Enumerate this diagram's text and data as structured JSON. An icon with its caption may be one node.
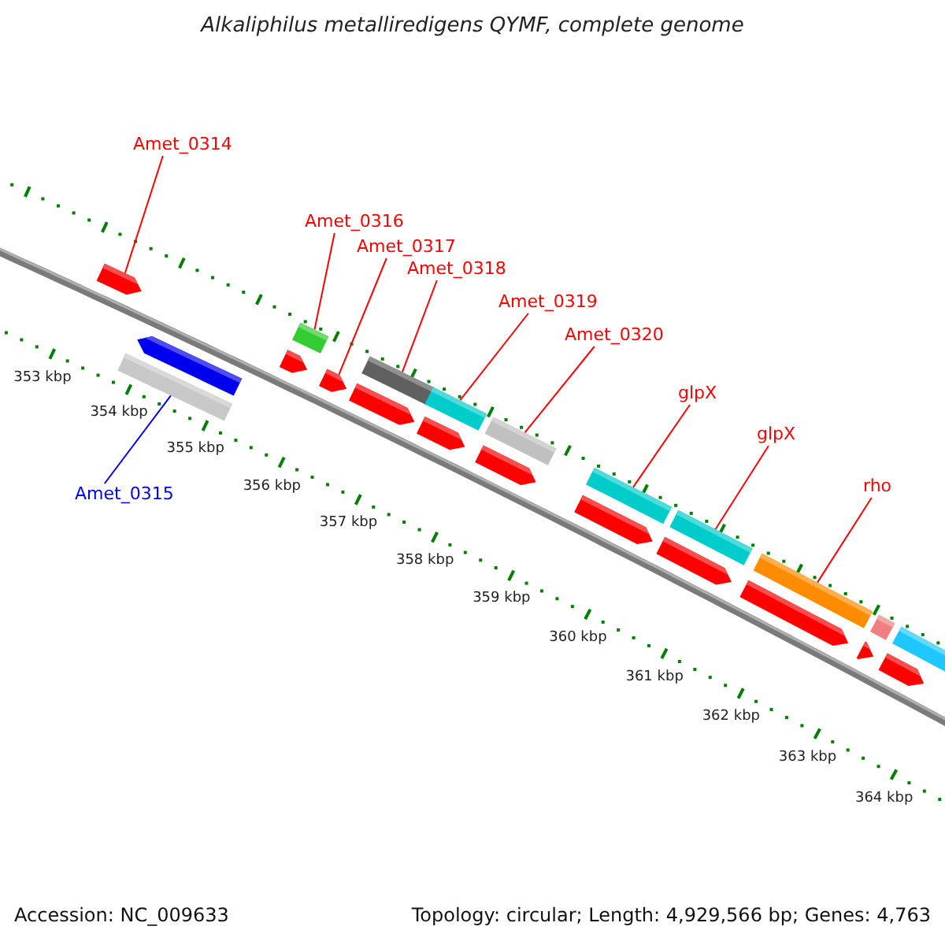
{
  "diagram": {
    "title": "Alkaliphilus metalliredigens QYMF, complete genome",
    "nodes": [
      {
        "text": [
          "Amet_0314"
        ]
      },
      {
        "text": [
          "Amet_0316"
        ]
      },
      {
        "text": [
          "Amet_0317"
        ]
      },
      {
        "text": [
          "Amet_0318"
        ]
      },
      {
        "text": [
          "Amet_0319"
        ]
      },
      {
        "text": [
          "Amet_0320"
        ]
      },
      {
        "text": [
          "glpX"
        ]
      },
      {
        "text": [
          "glpX"
        ]
      },
      {
        "text": [
          "rho"
        ]
      },
      {
        "text": [
          "Amet_0315"
        ]
      },
      {
        "text": [],
        "shape": "arrow"
      },
      {
        "text": [],
        "shape": "bar"
      },
      {
        "text": [],
        "shape": "arrow"
      },
      {
        "text": [],
        "shape": "arrow"
      },
      {
        "text": [],
        "shape": "bar"
      },
      {
        "text": [],
        "shape": "arrow"
      },
      {
        "text": [],
        "shape": "arrow"
      },
      {
        "text": [],
        "shape": "bar"
      },
      {
        "text": [],
        "shape": "arrow"
      },
      {
        "text": [],
        "shape": "bar"
      },
      {
        "text": [],
        "shape": "arrow"
      },
      {
        "text": [],
        "shape": "bar"
      },
      {
        "text": [],
        "shape": "arrow"
      },
      {
        "text": [],
        "shape": "bar"
      },
      {
        "text": [],
        "shape": "arrow"
      },
      {
        "text": [],
        "shape": "bar"
      },
      {
        "text": [],
        "shape": "arrow"
      },
      {
        "text": [],
        "shape": "bar"
      },
      {
        "text": [],
        "shape": "arrow"
      },
      {
        "text": [],
        "shape": "bar"
      },
      {
        "text": [],
        "shape": "arrow"
      },
      {
        "text": [],
        "shape": "bar"
      }
    ],
    "edges": [
      {
        "from": 0,
        "to": 10,
        "arrow": "none"
      },
      {
        "from": 1,
        "to": 14,
        "arrow": "none"
      },
      {
        "from": 2,
        "to": 15,
        "arrow": "none"
      },
      {
        "from": 3,
        "to": 17,
        "arrow": "none"
      },
      {
        "from": 4,
        "to": 19,
        "arrow": "none"
      },
      {
        "from": 5,
        "to": 21,
        "arrow": "none"
      },
      {
        "from": 6,
        "to": 23,
        "arrow": "none"
      },
      {
        "from": 7,
        "to": 25,
        "arrow": "none"
      },
      {
        "from": 8,
        "to": 27,
        "arrow": "none"
      },
      {
        "from": 9,
        "to": 11,
        "arrow": "none",
        "color": "#0000ff"
      }
    ],
    "labels": [
      "353 kbp",
      "354 kbp",
      "355 kbp",
      "356 kbp",
      "357 kbp",
      "358 kbp",
      "359 kbp",
      "360 kbp",
      "361 kbp",
      "362 kbp",
      "363 kbp",
      "364 kbp",
      "Accession: NC_009633",
      "Topology: circular; Length: 4,929,566 bp; Genes: 4,763"
    ]
  }
}
